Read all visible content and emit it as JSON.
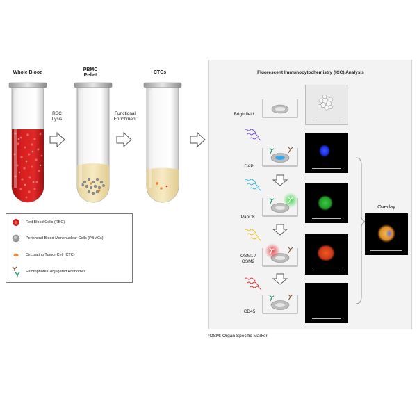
{
  "tubes": [
    {
      "title": "Whole Blood"
    },
    {
      "title": "PBMC\nPellet"
    },
    {
      "title": "CTCs"
    }
  ],
  "steps": [
    {
      "label": "RBC\nLysis"
    },
    {
      "label": "Functional\nEnrichment"
    }
  ],
  "legend": {
    "items": [
      {
        "label": "Red Blood Cells (RBC)"
      },
      {
        "label": "Peripheral Blood Mononuclear Cells (PBMCs)"
      },
      {
        "label": "Circulating Tumor Cell (CTC)"
      },
      {
        "label": "Fluorophore Conjugated Antibodies"
      }
    ]
  },
  "icc": {
    "title": "Fluorescent Immunocytochemistry (ICC) Analysis",
    "rows": [
      {
        "label": "Brightfield"
      },
      {
        "label": "DAPI"
      },
      {
        "label": "PanCK"
      },
      {
        "label": "OSM1 /\nOSM2"
      },
      {
        "label": "CD45"
      }
    ],
    "overlay_label": "Overlay"
  },
  "footnote": "*OSM: Organ Specific Marker",
  "colors": {
    "rbc": "#d42020",
    "pbmc": "#8a8a8a",
    "ctc": "#e8893a",
    "dapi": "#1a2fe0",
    "panck": "#1ea82a",
    "osm": "#d8401a",
    "cd45": "#e02a2a",
    "antibody_green": "#2a9a6a",
    "antibody_brown": "#8a5a3a"
  }
}
